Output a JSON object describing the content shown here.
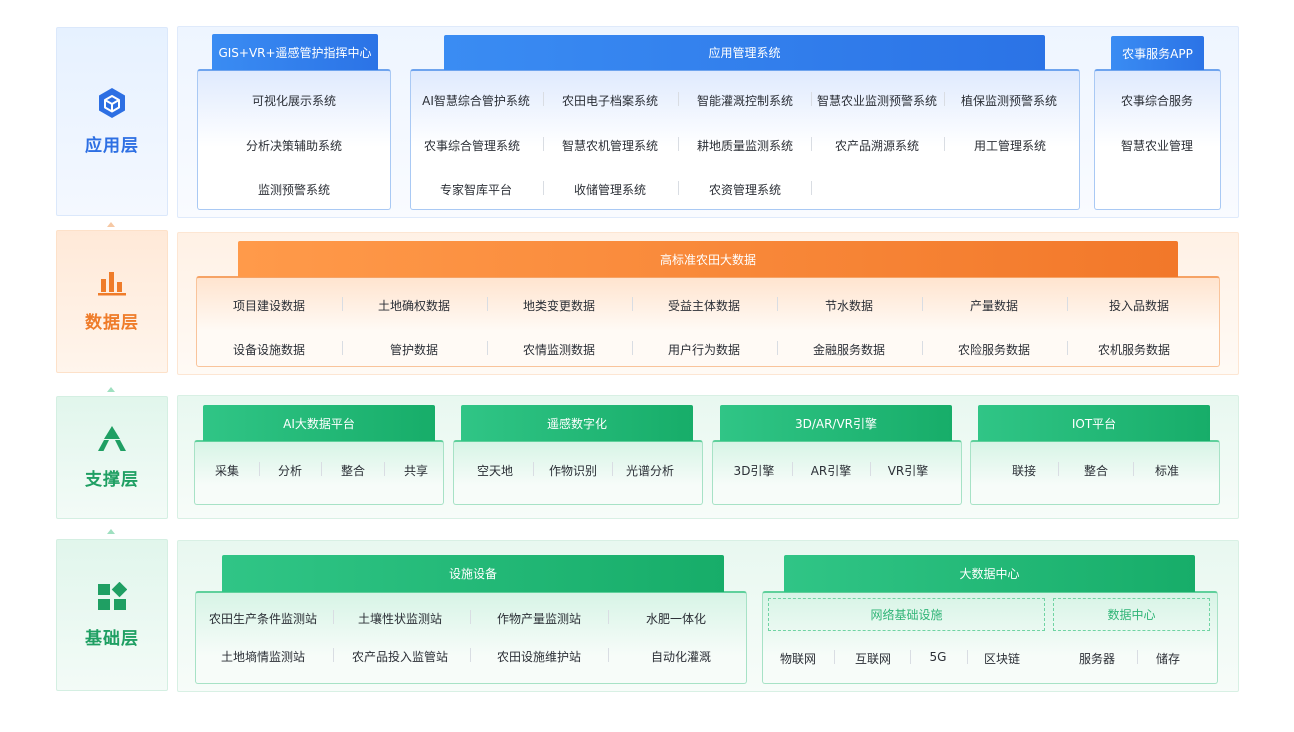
{
  "layers": {
    "app": "应用层",
    "data": "数据层",
    "support": "支撑层",
    "base": "基础层"
  },
  "icons": [
    "cube-icon",
    "bar-chart-icon",
    "mountain-icon",
    "blocks-icon"
  ],
  "colors": {
    "blue": "#2d6fe3",
    "orange": "#ef7c2a",
    "green": "#1f9f63"
  },
  "app_layer": {
    "gis": {
      "title": "GIS+VR+遥感管护指挥中心",
      "items": [
        "可视化展示系统",
        "分析决策辅助系统",
        "监测预警系统"
      ]
    },
    "mgmt": {
      "title": "应用管理系统",
      "rows": [
        [
          "AI智慧综合管护系统",
          "农田电子档案系统",
          "智能灌溉控制系统",
          "智慧农业监测预警系统",
          "植保监测预警系统"
        ],
        [
          "农事综合管理系统",
          "智慧农机管理系统",
          "耕地质量监测系统",
          "农产品溯源系统",
          "用工管理系统"
        ],
        [
          "专家智库平台",
          "收储管理系统",
          "农资管理系统"
        ]
      ]
    },
    "farm_app": {
      "title": "农事服务APP",
      "items": [
        "农事综合服务",
        "智慧农业管理"
      ]
    }
  },
  "data_layer": {
    "title": "高标准农田大数据",
    "rows": [
      [
        "项目建设数据",
        "土地确权数据",
        "地类变更数据",
        "受益主体数据",
        "节水数据",
        "产量数据",
        "投入品数据"
      ],
      [
        "设备设施数据",
        "管护数据",
        "农情监测数据",
        "用户行为数据",
        "金融服务数据",
        "农险服务数据",
        "农机服务数据"
      ]
    ]
  },
  "support_layer": {
    "groups": [
      {
        "title": "AI大数据平台",
        "items": [
          "采集",
          "分析",
          "整合",
          "共享"
        ]
      },
      {
        "title": "遥感数字化",
        "items": [
          "空天地",
          "作物识别",
          "光谱分析"
        ]
      },
      {
        "title": "3D/AR/VR引擎",
        "items": [
          "3D引擎",
          "AR引擎",
          "VR引擎"
        ]
      },
      {
        "title": "IOT平台",
        "items": [
          "联接",
          "整合",
          "标准"
        ]
      }
    ]
  },
  "base_layer": {
    "facilities": {
      "title": "设施设备",
      "rows": [
        [
          "农田生产条件监测站",
          "土壤性状监测站",
          "作物产量监测站",
          "水肥一体化"
        ],
        [
          "土地墒情监测站",
          "农产品投入监管站",
          "农田设施维护站",
          "自动化灌溉"
        ]
      ]
    },
    "bigdata": {
      "title": "大数据中心",
      "network_label": "网络基础设施",
      "datacenter_label": "数据中心",
      "items": [
        "物联网",
        "互联网",
        "5G",
        "区块链",
        "服务器",
        "储存"
      ]
    }
  }
}
